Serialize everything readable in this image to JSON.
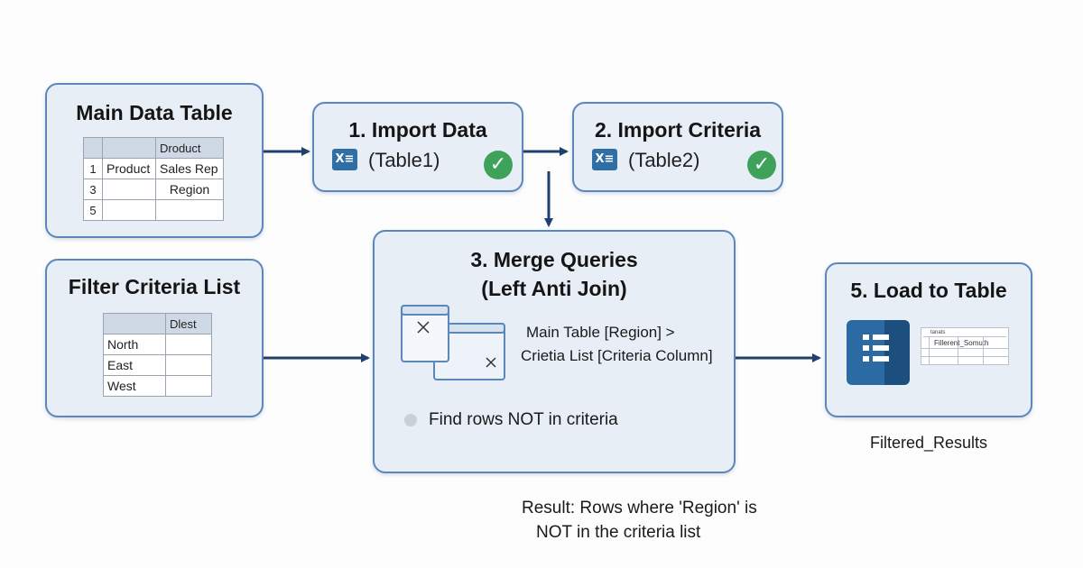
{
  "main_table": {
    "title": "Main Data Table",
    "header": [
      "",
      "",
      "Droduct"
    ],
    "rows": [
      [
        "1",
        "Product",
        "Sales Rep"
      ],
      [
        "3",
        "",
        "Region"
      ],
      [
        "5",
        "",
        ""
      ]
    ]
  },
  "criteria_list": {
    "title": "Filter Criteria List",
    "header": [
      "",
      "Dlest"
    ],
    "rows": [
      [
        "North",
        ""
      ],
      [
        "East",
        ""
      ],
      [
        "West",
        ""
      ]
    ]
  },
  "step1": {
    "title": "1. Import Data",
    "source": "(Table1)",
    "icon_label": "X≡"
  },
  "step2": {
    "title": "2. Import Criteria",
    "source": "(Table2)",
    "icon_label": "X≡"
  },
  "step3": {
    "title_line1": "3. Merge Queries",
    "title_line2": "(Left Anti Join)",
    "match_line1": "Main Table [Region] >",
    "match_line2": "Crietia List [Criteria Column]",
    "note": "Find rows NOT in criteria"
  },
  "step5": {
    "title": "5. Load to Table",
    "thumb_header": "tanats",
    "thumb_text": "Fillerent_Somuth",
    "output_name": "Filtered_Results"
  },
  "result": {
    "line1": "Result: Rows where 'Region' is",
    "line2": "NOT in the criteria list"
  },
  "colors": {
    "box_fill": "#e8eef6",
    "box_border": "#5b87bd",
    "arrow": "#1f3f6e",
    "check": "#3fa25b",
    "excel_icon": "#2f6fa6"
  },
  "icons": [
    "excel-icon",
    "check-icon",
    "window-close-icon",
    "table-icon"
  ]
}
